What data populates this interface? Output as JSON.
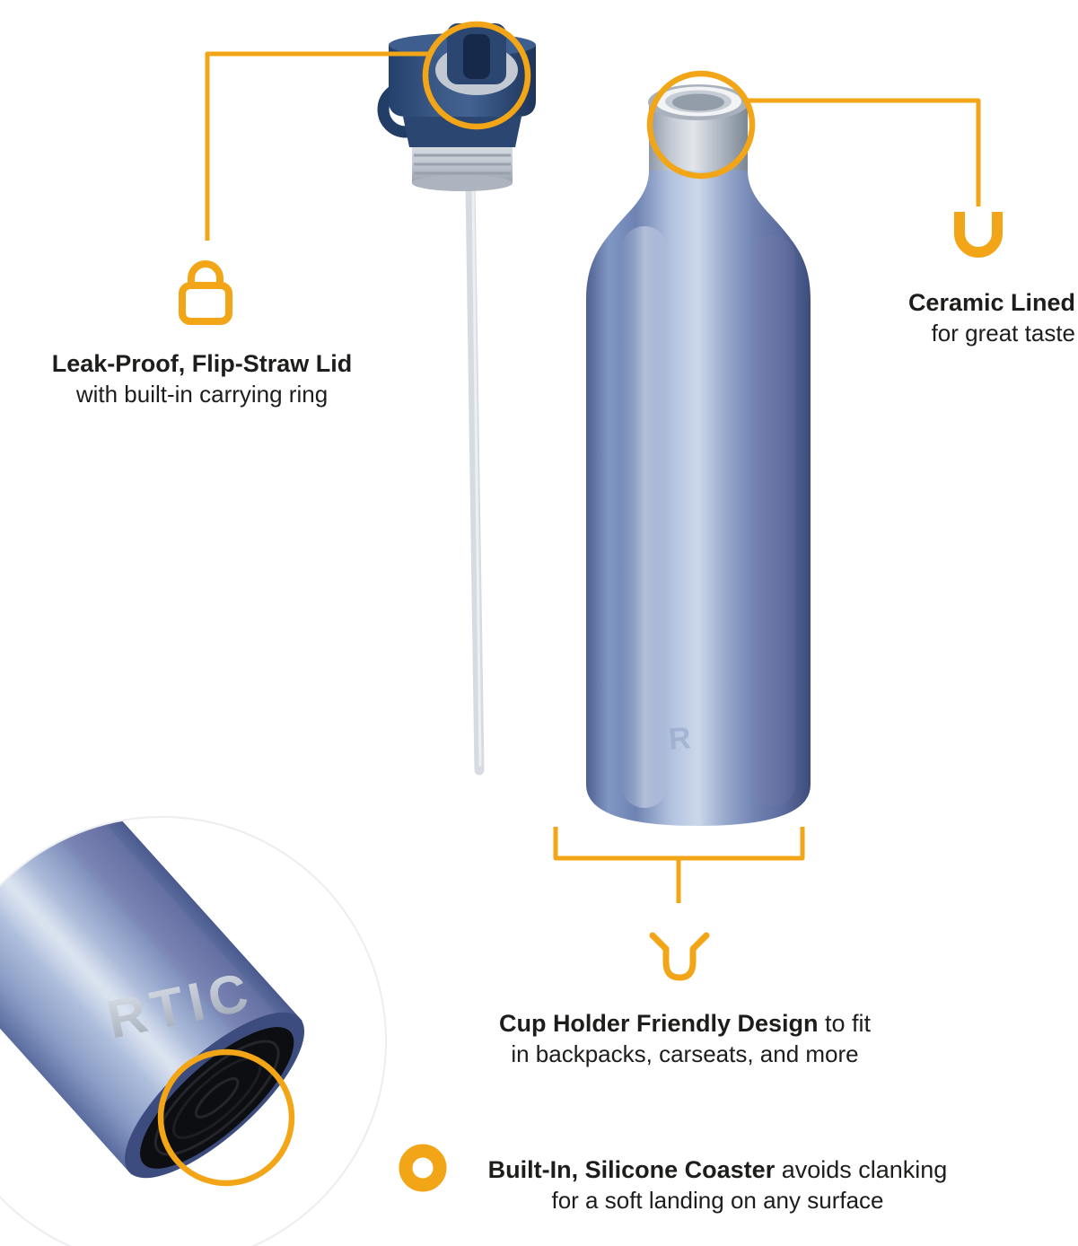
{
  "colors": {
    "accent_yellow": "#F2A516",
    "text_dark": "#1D1D1B",
    "lid_navy": "#2A4671",
    "bottle_blue": "#7183B1",
    "straw_gray": "#D7DBE1",
    "coaster_black": "#0D0E11"
  },
  "brand": {
    "logo_text": "RTIC",
    "emblem_letter": "R"
  },
  "callouts": {
    "lid": {
      "icon": "padlock-icon",
      "title": "Leak-Proof, Flip-Straw Lid",
      "subtitle": "with built-in carrying ring"
    },
    "ceramic": {
      "icon": "ceramic-liner-icon",
      "title": "Ceramic Lined",
      "subtitle": "for great taste"
    },
    "cup_holder": {
      "icon": "cup-holder-icon",
      "title_bold": "Cup Holder Friendly Design",
      "title_rest": " to fit",
      "line2": "in backpacks, carseats, and more"
    },
    "coaster": {
      "icon": "coaster-ring-icon",
      "title_bold": "Built-In, Silicone Coaster",
      "title_rest": " avoids clanking",
      "line2": "for a soft landing on any surface"
    }
  }
}
